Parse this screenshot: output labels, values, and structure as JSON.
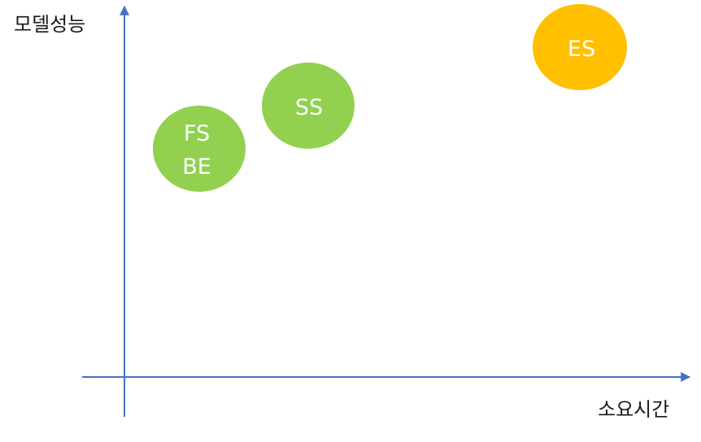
{
  "diagram": {
    "y_axis_label": "모델성능",
    "x_axis_label": "소요시간",
    "colors": {
      "axis": "#4472C4",
      "green": "#92D050",
      "orange": "#FFC000",
      "label": "#FFFFFF"
    },
    "bubbles": [
      {
        "id": "fs-be",
        "lines": [
          "FS",
          "BE"
        ],
        "color": "green"
      },
      {
        "id": "ss",
        "lines": [
          "SS"
        ],
        "color": "green"
      },
      {
        "id": "es",
        "lines": [
          "ES"
        ],
        "color": "orange"
      }
    ]
  }
}
